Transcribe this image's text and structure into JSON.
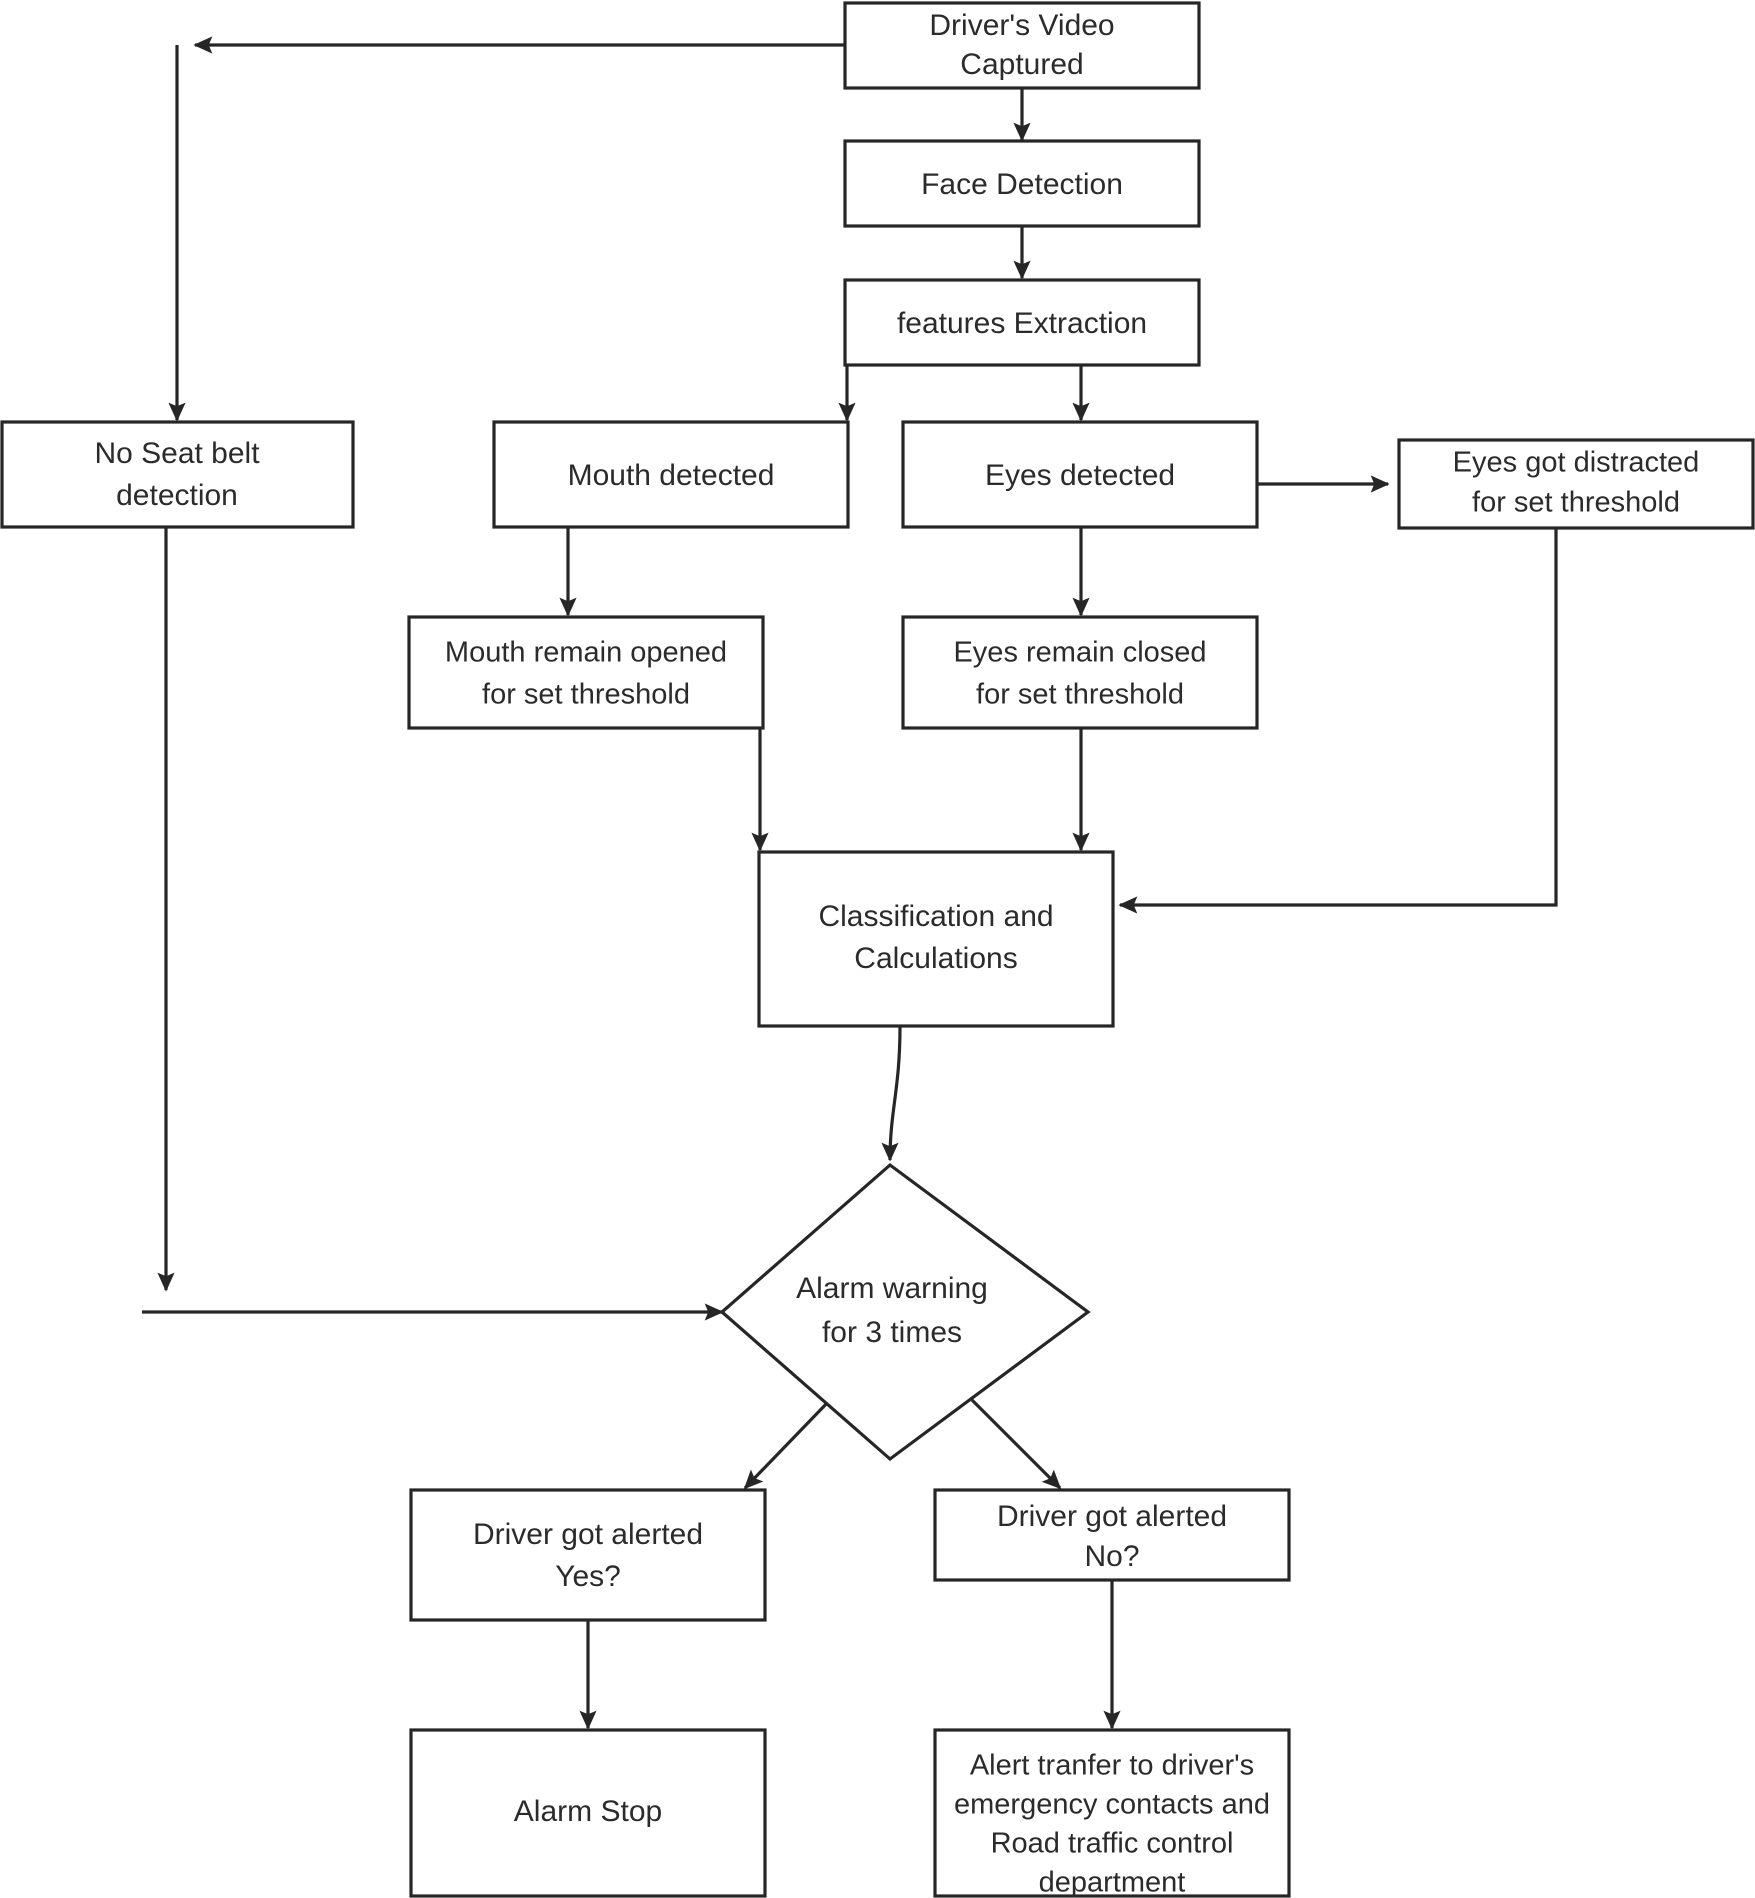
{
  "diagram": {
    "title": "Driver drowsiness and distraction detection flowchart",
    "stroke_color": "#262626",
    "fill_color": "#ffffff",
    "text_color": "#2b2b2b",
    "nodes": {
      "video_captured": {
        "line1": "Driver's Video",
        "line2": "Captured"
      },
      "face_detection": {
        "line1": "Face Detection",
        "line2": ""
      },
      "features_extraction": {
        "line1": "features Extraction",
        "line2": ""
      },
      "no_seat_belt": {
        "line1": "No Seat belt",
        "line2": "detection"
      },
      "mouth_detected": {
        "line1": "Mouth detected",
        "line2": ""
      },
      "eyes_detected": {
        "line1": "Eyes detected",
        "line2": ""
      },
      "eyes_distracted": {
        "line1": "Eyes got distracted",
        "line2": "for set threshold"
      },
      "mouth_opened": {
        "line1": "Mouth remain opened",
        "line2": "for set threshold"
      },
      "eyes_closed": {
        "line1": "Eyes remain closed",
        "line2": "for set threshold"
      },
      "classification": {
        "line1": "Classification and",
        "line2": "Calculations"
      },
      "alarm_warning": {
        "line1": "Alarm warning",
        "line2": "for 3 times"
      },
      "driver_alerted_yes": {
        "line1": "Driver got alerted",
        "line2": "Yes?"
      },
      "driver_alerted_no": {
        "line1": "Driver got alerted",
        "line2": "No?"
      },
      "alarm_stop": {
        "line1": "Alarm Stop",
        "line2": "",
        "line3": "",
        "line4": ""
      },
      "alert_transfer": {
        "line1": "Alert tranfer to driver's",
        "line2": "emergency contacts and",
        "line3": "Road traffic control",
        "line4": "department"
      }
    },
    "edges": [
      {
        "from": "video_captured",
        "to": "no_seat_belt",
        "kind": "feedback-left"
      },
      {
        "from": "video_captured",
        "to": "face_detection",
        "kind": "straight-down"
      },
      {
        "from": "face_detection",
        "to": "features_extraction",
        "kind": "straight-down"
      },
      {
        "from": "features_extraction",
        "to": "mouth_detected",
        "kind": "branch-down"
      },
      {
        "from": "features_extraction",
        "to": "eyes_detected",
        "kind": "branch-down"
      },
      {
        "from": "mouth_detected",
        "to": "mouth_opened",
        "kind": "straight-down"
      },
      {
        "from": "eyes_detected",
        "to": "eyes_closed",
        "kind": "straight-down"
      },
      {
        "from": "eyes_detected",
        "to": "eyes_distracted",
        "kind": "straight-right"
      },
      {
        "from": "mouth_opened",
        "to": "classification",
        "kind": "elbow-down"
      },
      {
        "from": "eyes_closed",
        "to": "classification",
        "kind": "straight-down"
      },
      {
        "from": "eyes_distracted",
        "to": "classification",
        "kind": "elbow-left"
      },
      {
        "from": "classification",
        "to": "alarm_warning",
        "kind": "straight-down"
      },
      {
        "from": "no_seat_belt",
        "to": "alarm_warning",
        "kind": "elbow-right"
      },
      {
        "from": "alarm_warning",
        "to": "driver_alerted_yes",
        "kind": "diagonal-left"
      },
      {
        "from": "alarm_warning",
        "to": "driver_alerted_no",
        "kind": "diagonal-right"
      },
      {
        "from": "driver_alerted_yes",
        "to": "alarm_stop",
        "kind": "straight-down"
      },
      {
        "from": "driver_alerted_no",
        "to": "alert_transfer",
        "kind": "straight-down"
      }
    ]
  }
}
